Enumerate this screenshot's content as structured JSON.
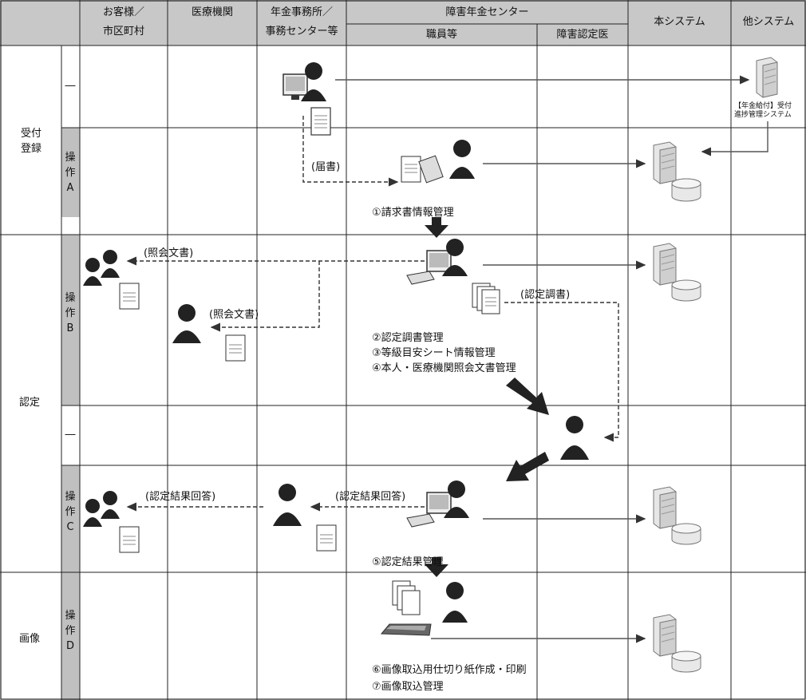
{
  "header": {
    "customer": "お客様／",
    "municipality": "市区町村",
    "medical": "医療機関",
    "pension_office": "年金事務所／",
    "office_center": "事務センター等",
    "disability_center": "障害年金センター",
    "staff": "職員等",
    "certifying_doctor": "障害認定医",
    "this_system": "本システム",
    "other_system": "他システム"
  },
  "sections": {
    "reception": "受付\n登録",
    "certification": "認定",
    "image": "画像"
  },
  "operations": {
    "a": "操\n作\nA",
    "b": "操\n作\nB",
    "c": "操\n作\nC",
    "d": "操\n作\nD",
    "dash1": "―",
    "dash2": "―"
  },
  "labels": {
    "todokesho": "(届書)",
    "shokai_bunsho_1": "(照会文書)",
    "shokai_bunsho_2": "(照会文書)",
    "nintei_chosho": "(認定調書)",
    "nintei_kekka_1": "(認定結果回答)",
    "nintei_kekka_2": "(認定結果回答)",
    "other_system_name_1": "【年金給付】受付",
    "other_system_name_2": "進捗管理システム"
  },
  "functions": {
    "f1": "①請求書情報管理",
    "f2": "②認定調書管理",
    "f3": "③等級目安シート情報管理",
    "f4": "④本人・医療機関照会文書管理",
    "f5": "⑤認定結果管理",
    "f6": "⑥画像取込用仕切り紙作成・印刷",
    "f7": "⑦画像取込管理"
  }
}
